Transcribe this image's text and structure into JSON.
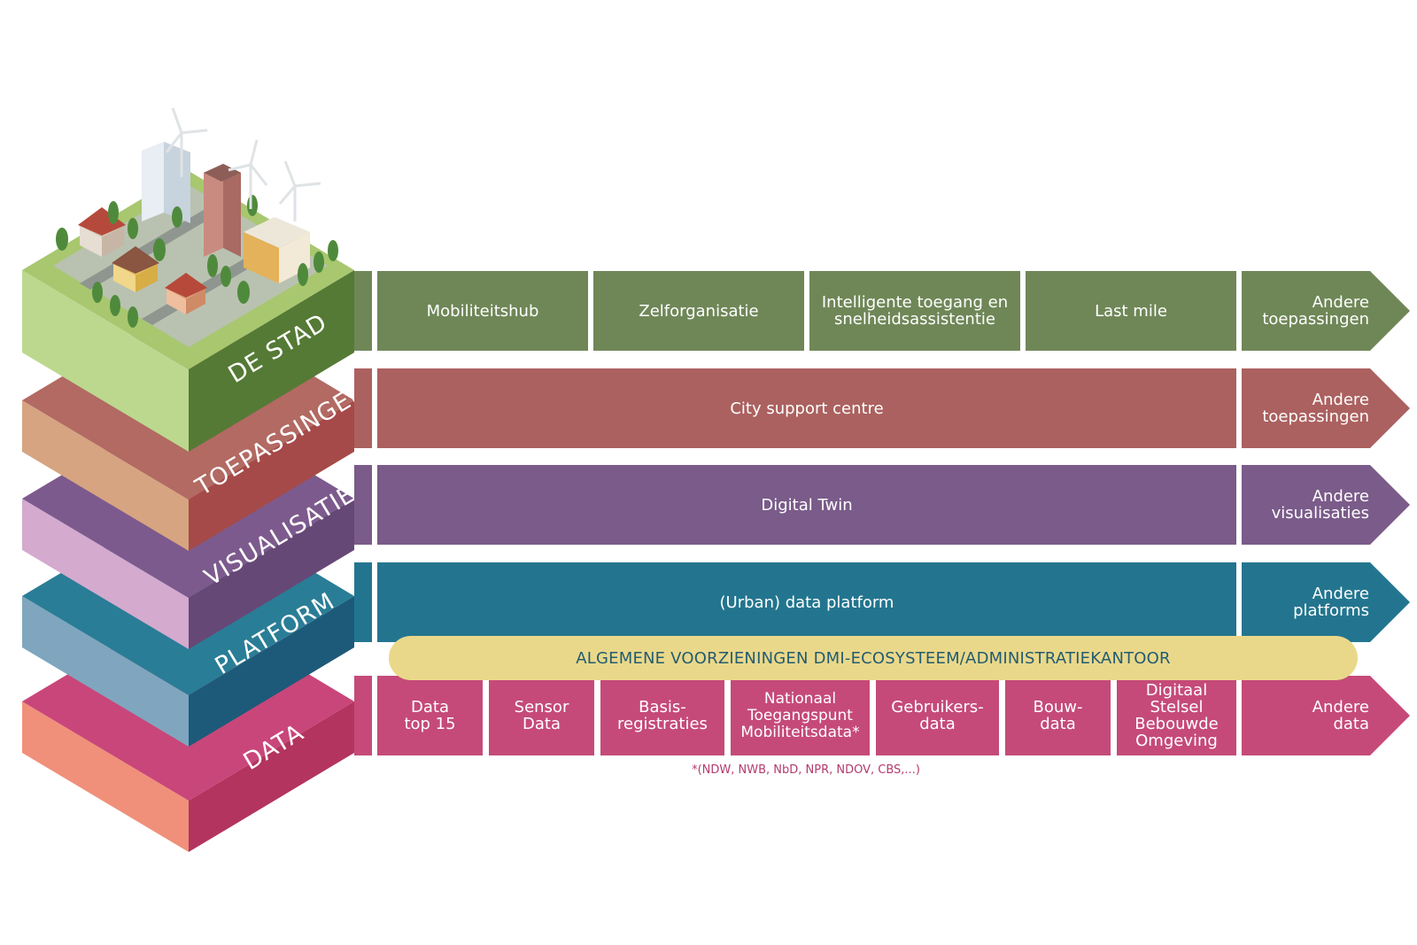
{
  "layers": {
    "stad": {
      "label": "DE STAD",
      "cells": [
        "Mobiliteitshub",
        "Zelforganisatie",
        "Intelligente toegang en\nsnelheidsassistentie",
        "Last mile"
      ],
      "arrow": "Andere\ntoepassingen",
      "color": "#6f8757"
    },
    "toepassingen": {
      "label": "TOEPASSINGEN",
      "cells": [
        "City support centre"
      ],
      "arrow": "Andere\ntoepassingen",
      "color": "#ab615f"
    },
    "visualisatie": {
      "label": "VISUALISATIE",
      "cells": [
        "Digital Twin"
      ],
      "arrow": "Andere\nvisualisaties",
      "color": "#7a5b89"
    },
    "platform": {
      "label": "PLATFORM",
      "cells": [
        "(Urban) data platform"
      ],
      "arrow": "Andere\nplatforms",
      "color": "#23758f",
      "banner": "ALGEMENE VOORZIENINGEN DMI-ECOSYSTEEM/ADMINISTRATIEKANTOOR"
    },
    "data": {
      "label": "DATA",
      "cells": [
        "Data\ntop 15",
        "Sensor\nData",
        "Basis-\nregistraties",
        "Nationaal\nToegangspunt\nMobiliteitsdata*",
        "Gebruikers-\ndata",
        "Bouw-\ndata",
        "Digitaal\nStelsel\nBebouwde\nOmgeving"
      ],
      "arrow": "Andere\ndata",
      "color": "#c54a79",
      "footnote": "*(NDW, NWB, NbD, NPR, NDOV, CBS,...)"
    }
  },
  "illustration": {
    "icon": "city-block-illustration"
  }
}
